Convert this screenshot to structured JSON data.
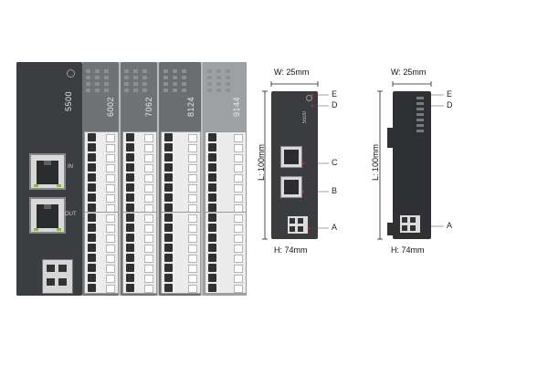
{
  "photo": {
    "module_ids": [
      "5500",
      "6002",
      "7062",
      "8124",
      "9144"
    ],
    "port_labels": {
      "in": "IN",
      "out": "OUT"
    }
  },
  "front_view": {
    "width_label": "W: 25mm",
    "length_label": "L: 100mm",
    "height_label": "H: 74mm",
    "body_text": "5500",
    "callouts": [
      "E",
      "D",
      "C",
      "B",
      "A"
    ]
  },
  "side_view": {
    "width_label": "W: 25mm",
    "length_label": "L: 100mm",
    "height_label": "H: 74mm",
    "callouts": [
      "E",
      "D",
      "A"
    ]
  },
  "colors": {
    "module_dark": "#3a3c3f",
    "module_light": "#6f7275",
    "callout_marker": "#c0263a"
  }
}
